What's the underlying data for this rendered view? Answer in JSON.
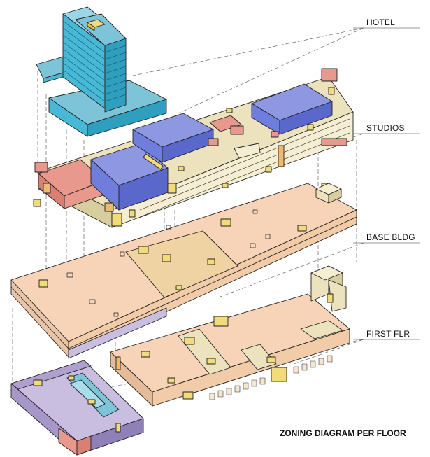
{
  "labels": {
    "hotel": "HOTEL",
    "studios": "STUDIOS",
    "base": "BASE BLDG",
    "first": "FIRST FLR"
  },
  "caption": "ZONING DIAGRAM PER FLOOR",
  "colors": {
    "hotel": "#47b8d6",
    "studio_blue": "#6f7ddc",
    "salmon": "#e8988c",
    "cream": "#ece3be",
    "yellow": "#f2dc7a",
    "peach": "#f7d4b8",
    "tan": "#f0d3a2",
    "lavender": "#b8a8d4",
    "aqua": "#7dc4d8"
  }
}
